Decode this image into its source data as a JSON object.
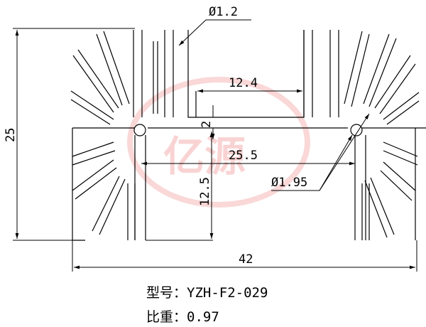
{
  "dimensions": {
    "overall_height": "25",
    "fin_diameter": "Ø1.2",
    "slot_width": "12.4",
    "slot_depth": "2",
    "hole_spacing": "25.5",
    "hole_diameter": "Ø1.95",
    "hole_height": "12.5",
    "overall_width": "42"
  },
  "caption": {
    "model": "型号：YZH-F2-029",
    "weight": "比重：0.97"
  },
  "watermark": {
    "text": "亿源",
    "color": "#e63a3a"
  }
}
